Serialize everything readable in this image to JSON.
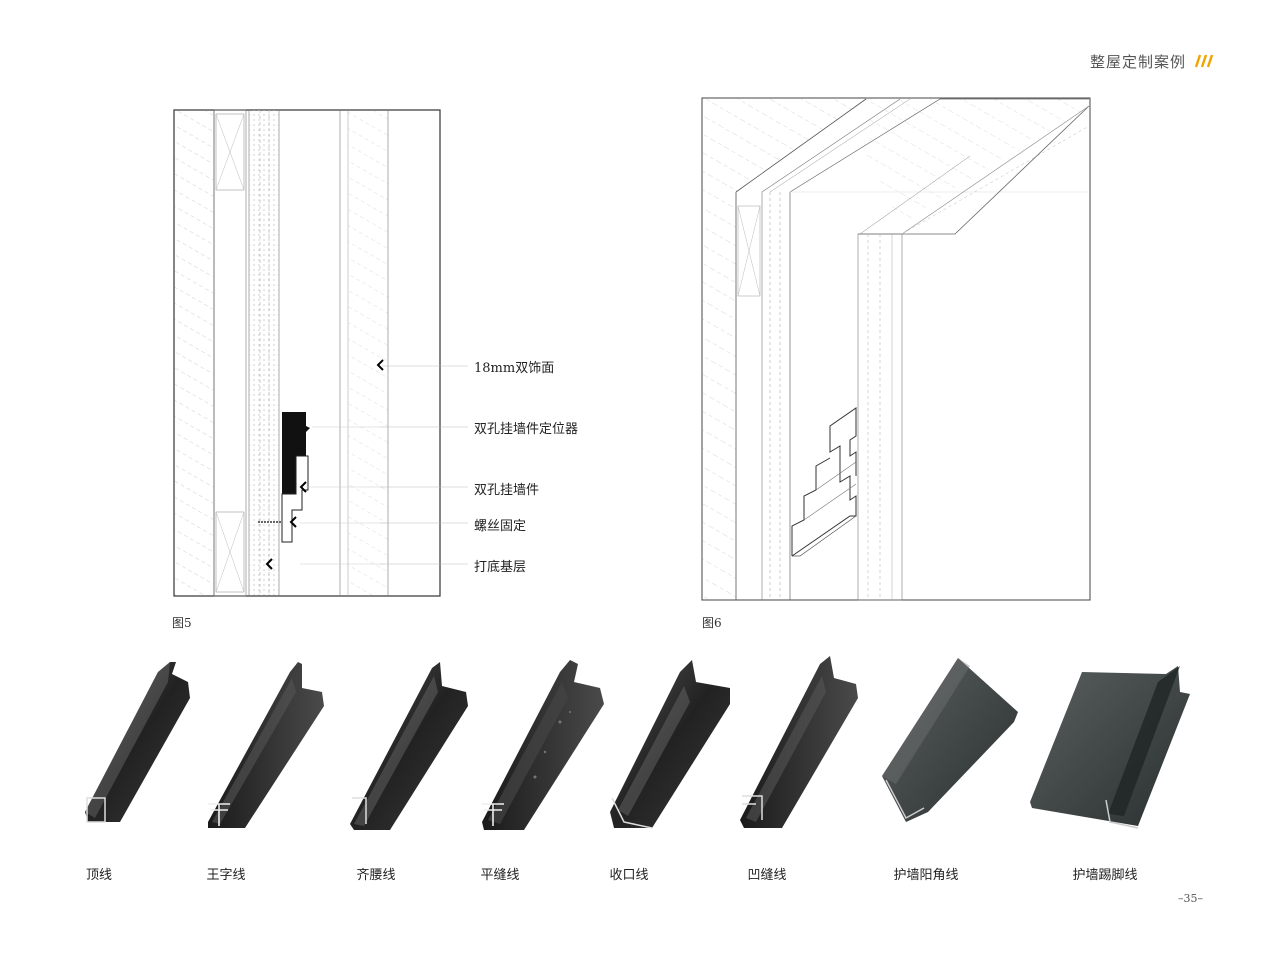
{
  "header": {
    "title": "整屋定制案例",
    "accent": "#f0a400"
  },
  "figure5": {
    "label": "图5",
    "callouts": [
      "18mm双饰面",
      "双孔挂墙件定位器",
      "双孔挂墙件",
      "螺丝固定",
      "打底基层"
    ]
  },
  "figure6": {
    "label": "图6"
  },
  "products": [
    {
      "name": "顶线",
      "icon": "top-line-profile-icon"
    },
    {
      "name": "王字线",
      "icon": "wang-line-profile-icon"
    },
    {
      "name": "齐腰线",
      "icon": "waist-line-profile-icon"
    },
    {
      "name": "平缝线",
      "icon": "flat-seam-profile-icon"
    },
    {
      "name": "收口线",
      "icon": "closing-line-profile-icon"
    },
    {
      "name": "凹缝线",
      "icon": "groove-line-profile-icon"
    },
    {
      "name": "护墙阳角线",
      "icon": "outer-corner-profile-icon"
    },
    {
      "name": "护墙踢脚线",
      "icon": "skirting-profile-icon"
    }
  ],
  "page_number": "–35–"
}
